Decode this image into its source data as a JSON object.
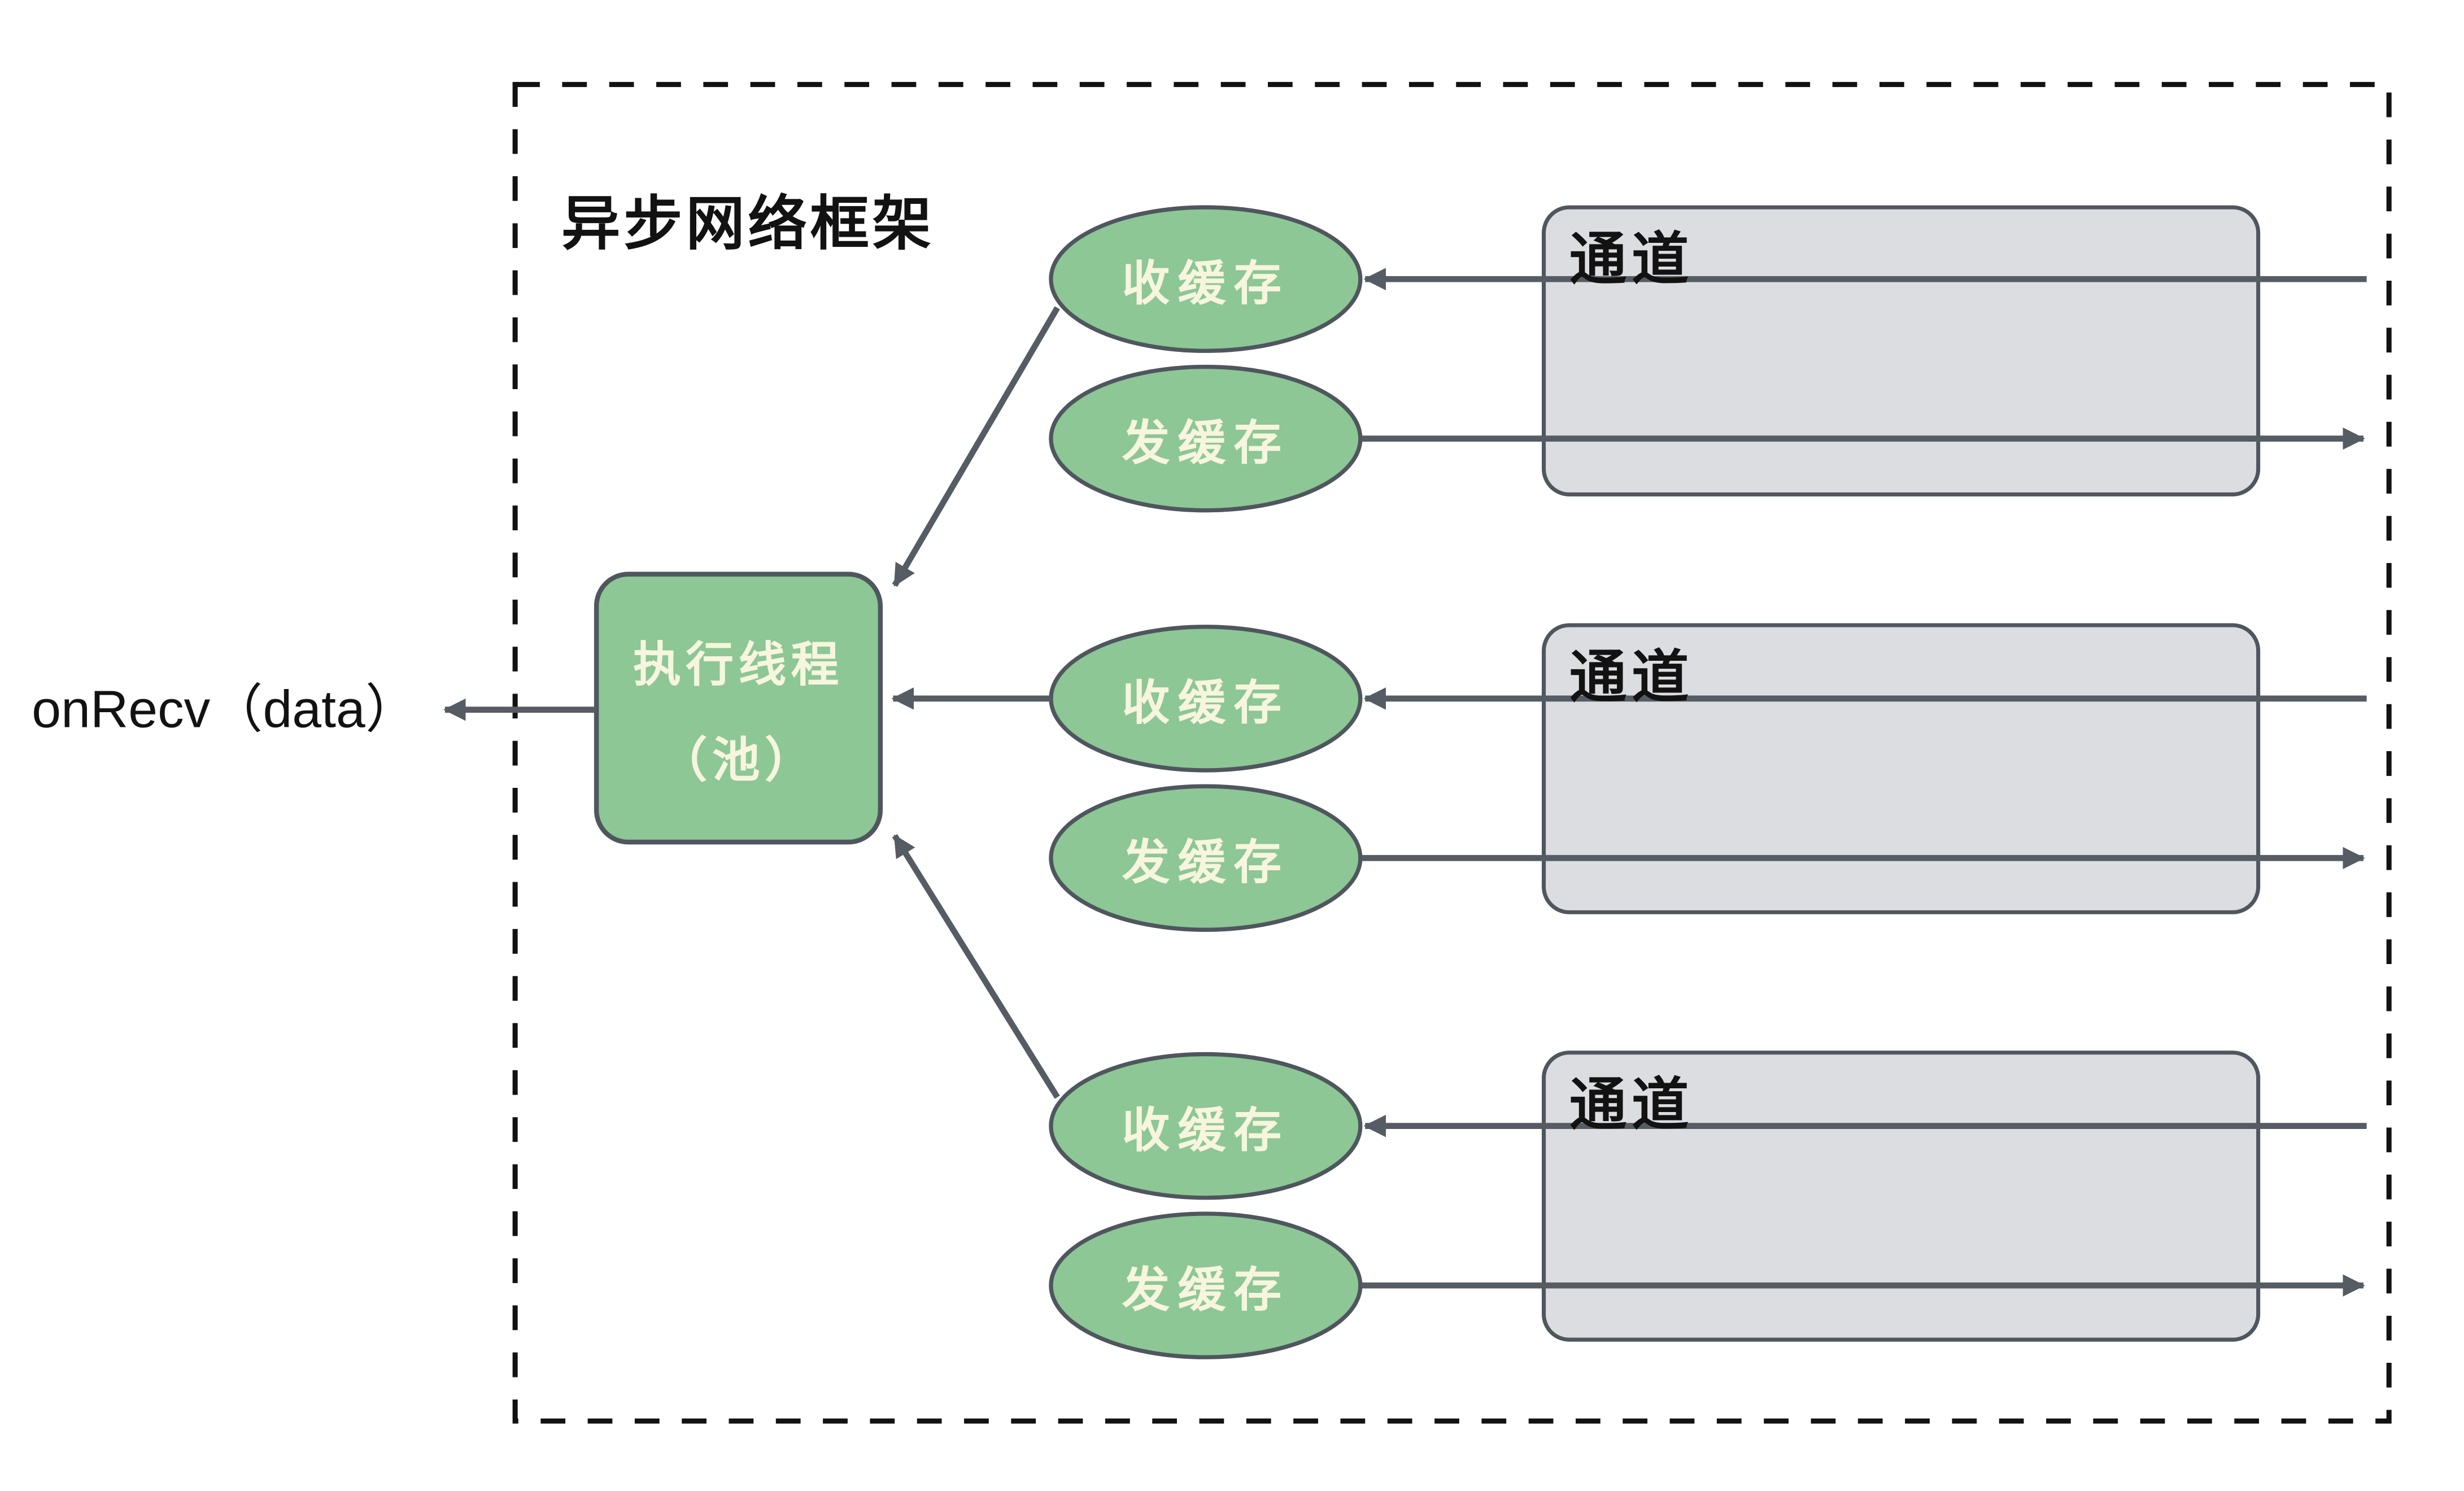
{
  "frame": {
    "title": "异步网络框架"
  },
  "callback": {
    "label": "onRecv（data）"
  },
  "executor": {
    "line1": "执行线程",
    "line2": "（池）"
  },
  "rows": [
    {
      "recv_label": "收缓存",
      "send_label": "发缓存",
      "channel_label": "通道"
    },
    {
      "recv_label": "收缓存",
      "send_label": "发缓存",
      "channel_label": "通道"
    },
    {
      "recv_label": "收缓存",
      "send_label": "发缓存",
      "channel_label": "通道"
    }
  ],
  "colors": {
    "node_green": "#8cc795",
    "node_border": "#4f565e",
    "label_cream": "#f7f5de",
    "channel_fill": "#dcdde0",
    "channel_border": "#4f565e",
    "arrow_gray": "#565c64",
    "ink": "#121212",
    "bg": "#ffffff"
  }
}
